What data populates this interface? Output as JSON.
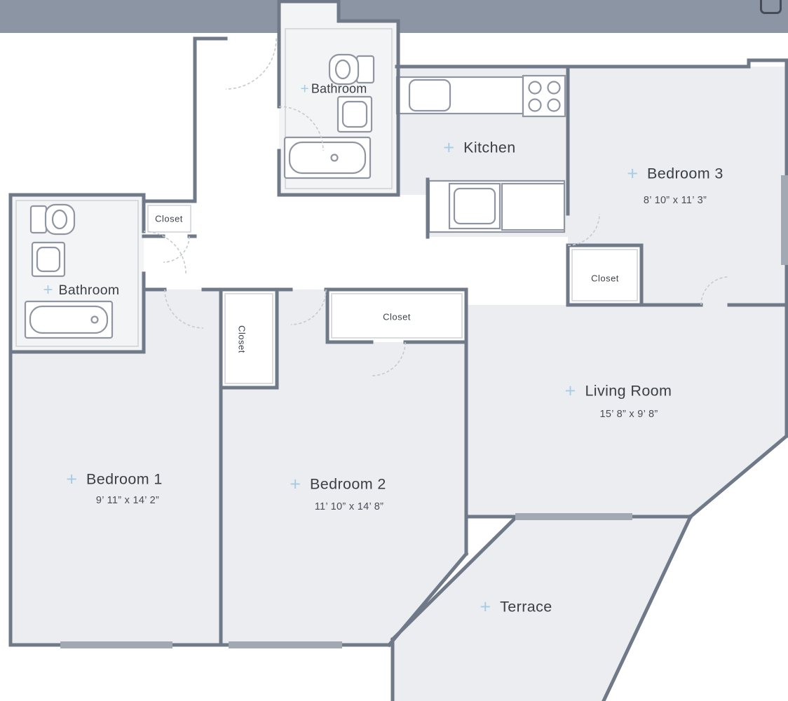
{
  "header": {
    "color": "#8c95a3"
  },
  "icons": {
    "plus": "+"
  },
  "colors": {
    "wall": "#6f7987",
    "room_fill": "#ebedf0",
    "bathroom_fill": "#f3f4f6",
    "accent_plus": "#a6cde5",
    "window": "#a2a9b3",
    "title_text": "#3b4046",
    "door_arc": "#c5cad1"
  },
  "rooms": {
    "bathroom_top": {
      "label": "Bathroom"
    },
    "kitchen": {
      "label": "Kitchen"
    },
    "bedroom_3": {
      "label": "Bedroom 3",
      "dimensions": "8’ 10” x 11’ 3”"
    },
    "bathroom_left": {
      "label": "Bathroom"
    },
    "bedroom_1": {
      "label": "Bedroom 1",
      "dimensions": "9’ 11” x 14’ 2”"
    },
    "bedroom_2": {
      "label": "Bedroom 2",
      "dimensions": "11’ 10” x 14’ 8”"
    },
    "living_room": {
      "label": "Living Room",
      "dimensions": "15’ 8” x 9’ 8”"
    },
    "terrace": {
      "label": "Terrace"
    }
  },
  "closets": {
    "top_left": "Closet",
    "hall": "Closet",
    "center": "Closet",
    "bedroom_3": "Closet"
  }
}
